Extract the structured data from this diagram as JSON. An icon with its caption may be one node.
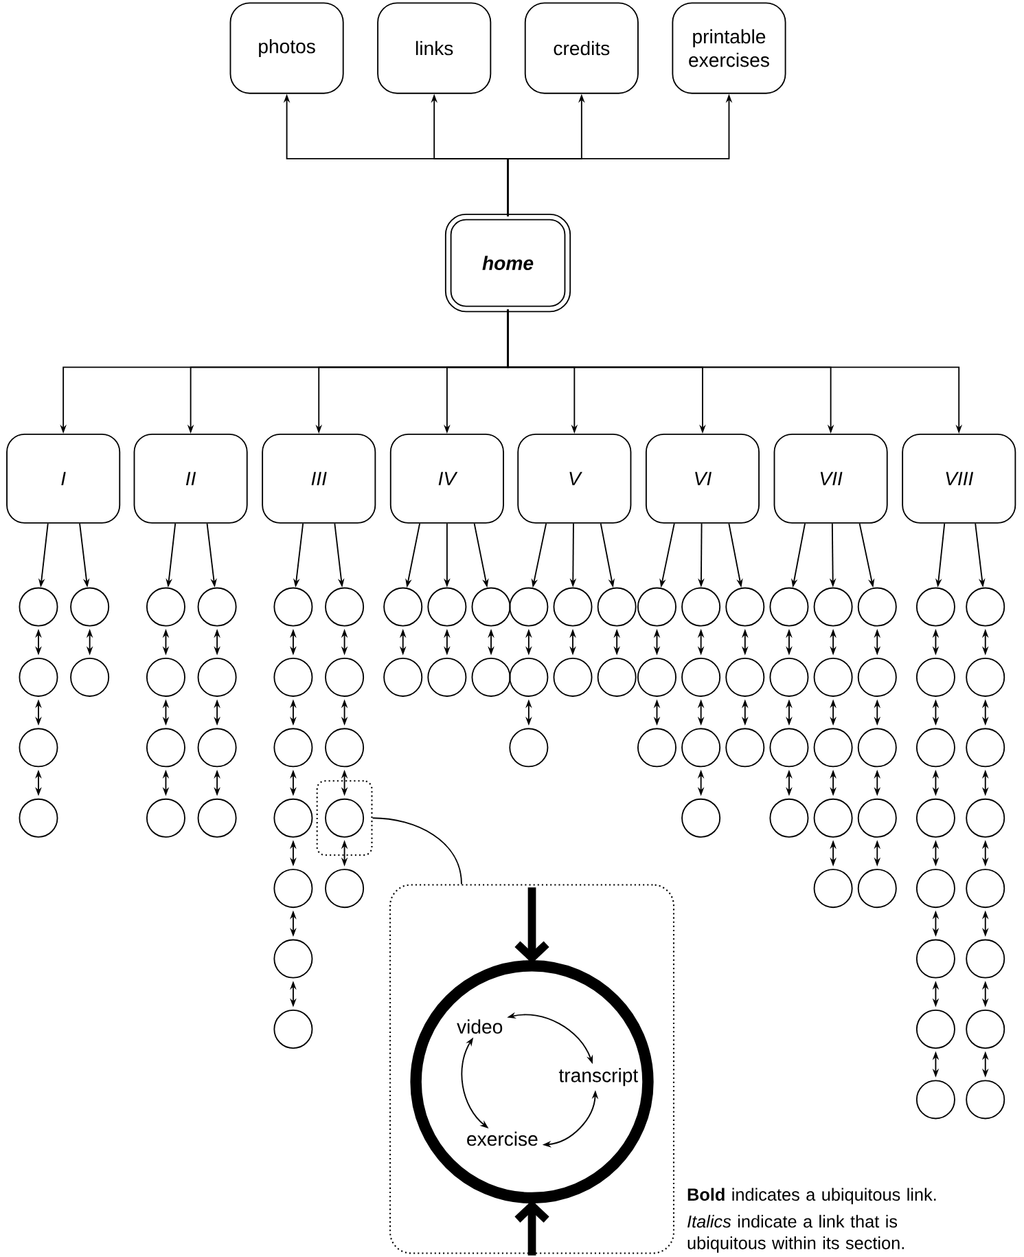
{
  "diagram": {
    "nodes": [
      {
        "text": [
          "photos"
        ]
      },
      {
        "text": [
          "links"
        ]
      },
      {
        "text": [
          "credits"
        ]
      },
      {
        "text": [
          "printable exercises"
        ]
      },
      {
        "text": [
          "home"
        ]
      },
      {
        "text": [
          "I"
        ]
      },
      {
        "text": [
          "II"
        ]
      },
      {
        "text": [
          "III"
        ]
      },
      {
        "text": [
          "IV"
        ]
      },
      {
        "text": [
          "V"
        ]
      },
      {
        "text": [
          "VI"
        ]
      },
      {
        "text": [
          "VII"
        ]
      },
      {
        "text": [
          "VIII"
        ]
      },
      {
        "text": [],
        "shape": "circle"
      },
      {
        "text": [],
        "shape": "circle"
      },
      {
        "text": [],
        "shape": "circle"
      },
      {
        "text": [],
        "shape": "circle"
      },
      {
        "text": [],
        "shape": "circle"
      },
      {
        "text": [],
        "shape": "circle"
      },
      {
        "text": [],
        "shape": "circle"
      },
      {
        "text": [],
        "shape": "circle"
      },
      {
        "text": [],
        "shape": "circle"
      },
      {
        "text": [],
        "shape": "circle"
      },
      {
        "text": [],
        "shape": "circle"
      },
      {
        "text": [],
        "shape": "circle"
      },
      {
        "text": [],
        "shape": "circle"
      },
      {
        "text": [],
        "shape": "circle"
      },
      {
        "text": [],
        "shape": "circle"
      },
      {
        "text": [],
        "shape": "circle"
      },
      {
        "text": [],
        "shape": "circle"
      },
      {
        "text": [],
        "shape": "circle"
      },
      {
        "text": [],
        "shape": "circle"
      },
      {
        "text": [],
        "shape": "circle"
      },
      {
        "text": [],
        "shape": "circle"
      },
      {
        "text": [],
        "shape": "circle"
      },
      {
        "text": [],
        "shape": "circle"
      },
      {
        "text": [],
        "shape": "circle"
      },
      {
        "text": [],
        "shape": "box"
      },
      {
        "text": [],
        "shape": "circle",
        "in": 37
      },
      {
        "text": [],
        "shape": "circle"
      },
      {
        "text": [],
        "shape": "circle"
      },
      {
        "text": [],
        "shape": "circle"
      },
      {
        "text": [],
        "shape": "circle"
      },
      {
        "text": [],
        "shape": "circle"
      },
      {
        "text": [],
        "shape": "circle"
      },
      {
        "text": [],
        "shape": "circle"
      },
      {
        "text": [],
        "shape": "circle"
      },
      {
        "text": [],
        "shape": "circle"
      },
      {
        "text": [],
        "shape": "circle"
      },
      {
        "text": [],
        "shape": "circle"
      },
      {
        "text": [],
        "shape": "circle"
      },
      {
        "text": [],
        "shape": "circle"
      },
      {
        "text": [],
        "shape": "circle"
      },
      {
        "text": [],
        "shape": "circle"
      },
      {
        "text": [],
        "shape": "circle"
      },
      {
        "text": [],
        "shape": "circle"
      },
      {
        "text": [],
        "shape": "circle"
      },
      {
        "text": [],
        "shape": "circle"
      },
      {
        "text": [],
        "shape": "circle"
      },
      {
        "text": [],
        "shape": "circle"
      },
      {
        "text": [],
        "shape": "circle"
      },
      {
        "text": [],
        "shape": "circle"
      },
      {
        "text": [],
        "shape": "circle"
      },
      {
        "text": [],
        "shape": "circle"
      },
      {
        "text": [],
        "shape": "circle"
      },
      {
        "text": [],
        "shape": "circle"
      },
      {
        "text": [],
        "shape": "circle"
      },
      {
        "text": [],
        "shape": "circle"
      },
      {
        "text": [],
        "shape": "circle"
      },
      {
        "text": [],
        "shape": "circle"
      },
      {
        "text": [],
        "shape": "circle"
      },
      {
        "text": [],
        "shape": "circle"
      },
      {
        "text": [],
        "shape": "circle"
      },
      {
        "text": [],
        "shape": "circle"
      },
      {
        "text": [],
        "shape": "circle"
      },
      {
        "text": [],
        "shape": "circle"
      },
      {
        "text": [],
        "shape": "circle"
      },
      {
        "text": [],
        "shape": "circle"
      },
      {
        "text": [],
        "shape": "circle"
      },
      {
        "text": [],
        "shape": "circle"
      },
      {
        "text": [],
        "shape": "circle"
      },
      {
        "text": [],
        "shape": "circle"
      },
      {
        "text": [],
        "shape": "circle"
      },
      {
        "text": [],
        "shape": "circle"
      },
      {
        "text": [],
        "shape": "circle"
      },
      {
        "text": [],
        "shape": "circle"
      },
      {
        "text": [],
        "shape": "circle"
      },
      {
        "text": [],
        "shape": "circle"
      },
      {
        "text": [],
        "shape": "circle"
      },
      {
        "text": [],
        "shape": "circle"
      },
      {
        "text": [],
        "shape": "circle"
      },
      {
        "text": [],
        "shape": "circle"
      },
      {
        "text": [],
        "shape": "circle"
      },
      {
        "text": [],
        "shape": "box"
      },
      {
        "text": [],
        "shape": "circle",
        "in": 93
      },
      {
        "text": [
          "video"
        ],
        "in": 94
      },
      {
        "text": [
          "transcript"
        ],
        "in": 94
      },
      {
        "text": [
          "exercise"
        ],
        "in": 94
      }
    ],
    "edges": [
      {
        "from": 4,
        "to": 0,
        "arrow": "to"
      },
      {
        "from": 4,
        "to": 1,
        "arrow": "to"
      },
      {
        "from": 4,
        "to": 2,
        "arrow": "to"
      },
      {
        "from": 4,
        "to": 3,
        "arrow": "to"
      },
      {
        "from": 4,
        "to": 5,
        "arrow": "to"
      },
      {
        "from": 4,
        "to": 6,
        "arrow": "to"
      },
      {
        "from": 4,
        "to": 7,
        "arrow": "to"
      },
      {
        "from": 4,
        "to": 8,
        "arrow": "to"
      },
      {
        "from": 4,
        "to": 9,
        "arrow": "to"
      },
      {
        "from": 4,
        "to": 10,
        "arrow": "to"
      },
      {
        "from": 4,
        "to": 11,
        "arrow": "to"
      },
      {
        "from": 4,
        "to": 12,
        "arrow": "to"
      },
      {
        "from": 5,
        "to": 13,
        "arrow": "to"
      },
      {
        "from": 13,
        "to": 14,
        "arrow": "both"
      },
      {
        "from": 14,
        "to": 15,
        "arrow": "both"
      },
      {
        "from": 15,
        "to": 16,
        "arrow": "both"
      },
      {
        "from": 5,
        "to": 17,
        "arrow": "to"
      },
      {
        "from": 17,
        "to": 18,
        "arrow": "both"
      },
      {
        "from": 6,
        "to": 19,
        "arrow": "to"
      },
      {
        "from": 19,
        "to": 20,
        "arrow": "both"
      },
      {
        "from": 20,
        "to": 21,
        "arrow": "both"
      },
      {
        "from": 21,
        "to": 22,
        "arrow": "both"
      },
      {
        "from": 6,
        "to": 23,
        "arrow": "to"
      },
      {
        "from": 23,
        "to": 24,
        "arrow": "both"
      },
      {
        "from": 24,
        "to": 25,
        "arrow": "both"
      },
      {
        "from": 25,
        "to": 26,
        "arrow": "both"
      },
      {
        "from": 7,
        "to": 27,
        "arrow": "to"
      },
      {
        "from": 27,
        "to": 28,
        "arrow": "both"
      },
      {
        "from": 28,
        "to": 29,
        "arrow": "both"
      },
      {
        "from": 29,
        "to": 30,
        "arrow": "both"
      },
      {
        "from": 30,
        "to": 31,
        "arrow": "both"
      },
      {
        "from": 31,
        "to": 32,
        "arrow": "both"
      },
      {
        "from": 32,
        "to": 33,
        "arrow": "both"
      },
      {
        "from": 7,
        "to": 34,
        "arrow": "to"
      },
      {
        "from": 34,
        "to": 35,
        "arrow": "both"
      },
      {
        "from": 35,
        "to": 36,
        "arrow": "both"
      },
      {
        "from": 36,
        "to": 38,
        "arrow": "both"
      },
      {
        "from": 38,
        "to": 39,
        "arrow": "both"
      },
      {
        "from": 8,
        "to": 40,
        "arrow": "to"
      },
      {
        "from": 40,
        "to": 41,
        "arrow": "both"
      },
      {
        "from": 8,
        "to": 42,
        "arrow": "to"
      },
      {
        "from": 42,
        "to": 43,
        "arrow": "both"
      },
      {
        "from": 8,
        "to": 44,
        "arrow": "to"
      },
      {
        "from": 44,
        "to": 45,
        "arrow": "both"
      },
      {
        "from": 9,
        "to": 46,
        "arrow": "to"
      },
      {
        "from": 46,
        "to": 47,
        "arrow": "both"
      },
      {
        "from": 47,
        "to": 48,
        "arrow": "both"
      },
      {
        "from": 9,
        "to": 49,
        "arrow": "to"
      },
      {
        "from": 49,
        "to": 50,
        "arrow": "both"
      },
      {
        "from": 9,
        "to": 51,
        "arrow": "to"
      },
      {
        "from": 51,
        "to": 52,
        "arrow": "both"
      },
      {
        "from": 10,
        "to": 53,
        "arrow": "to"
      },
      {
        "from": 53,
        "to": 54,
        "arrow": "both"
      },
      {
        "from": 54,
        "to": 55,
        "arrow": "both"
      },
      {
        "from": 10,
        "to": 56,
        "arrow": "to"
      },
      {
        "from": 56,
        "to": 57,
        "arrow": "both"
      },
      {
        "from": 57,
        "to": 58,
        "arrow": "both"
      },
      {
        "from": 58,
        "to": 59,
        "arrow": "both"
      },
      {
        "from": 10,
        "to": 60,
        "arrow": "to"
      },
      {
        "from": 60,
        "to": 61,
        "arrow": "both"
      },
      {
        "from": 61,
        "to": 62,
        "arrow": "both"
      },
      {
        "from": 11,
        "to": 63,
        "arrow": "to"
      },
      {
        "from": 63,
        "to": 64,
        "arrow": "both"
      },
      {
        "from": 64,
        "to": 65,
        "arrow": "both"
      },
      {
        "from": 65,
        "to": 66,
        "arrow": "both"
      },
      {
        "from": 11,
        "to": 67,
        "arrow": "to"
      },
      {
        "from": 67,
        "to": 68,
        "arrow": "both"
      },
      {
        "from": 68,
        "to": 69,
        "arrow": "both"
      },
      {
        "from": 69,
        "to": 70,
        "arrow": "both"
      },
      {
        "from": 70,
        "to": 71,
        "arrow": "both"
      },
      {
        "from": 11,
        "to": 72,
        "arrow": "to"
      },
      {
        "from": 72,
        "to": 73,
        "arrow": "both"
      },
      {
        "from": 73,
        "to": 74,
        "arrow": "both"
      },
      {
        "from": 74,
        "to": 75,
        "arrow": "both"
      },
      {
        "from": 75,
        "to": 76,
        "arrow": "both"
      },
      {
        "from": 12,
        "to": 77,
        "arrow": "to"
      },
      {
        "from": 77,
        "to": 78,
        "arrow": "both"
      },
      {
        "from": 78,
        "to": 79,
        "arrow": "both"
      },
      {
        "from": 79,
        "to": 80,
        "arrow": "both"
      },
      {
        "from": 80,
        "to": 81,
        "arrow": "both"
      },
      {
        "from": 81,
        "to": 82,
        "arrow": "both"
      },
      {
        "from": 82,
        "to": 83,
        "arrow": "both"
      },
      {
        "from": 83,
        "to": 84,
        "arrow": "both"
      },
      {
        "from": 12,
        "to": 85,
        "arrow": "to"
      },
      {
        "from": 85,
        "to": 86,
        "arrow": "both"
      },
      {
        "from": 86,
        "to": 87,
        "arrow": "both"
      },
      {
        "from": 87,
        "to": 88,
        "arrow": "both"
      },
      {
        "from": 88,
        "to": 89,
        "arrow": "both"
      },
      {
        "from": 89,
        "to": 90,
        "arrow": "both"
      },
      {
        "from": 90,
        "to": 91,
        "arrow": "both"
      },
      {
        "from": 91,
        "to": 92,
        "arrow": "both"
      },
      {
        "from": 37,
        "to": 93,
        "arrow": "none"
      },
      {
        "from": null,
        "to": 94,
        "arrow": "to",
        "style": "thick"
      },
      {
        "from": null,
        "to": 94,
        "arrow": "to",
        "style": "thick"
      },
      {
        "from": 95,
        "to": 96,
        "arrow": "both"
      },
      {
        "from": 96,
        "to": 97,
        "arrow": "both"
      },
      {
        "from": 97,
        "to": 95,
        "arrow": "both"
      }
    ],
    "labels": [
      "**Bold** indicates a ubiquitous link.",
      "*Italics* indicate a link that is ubiquitous within its section."
    ]
  }
}
